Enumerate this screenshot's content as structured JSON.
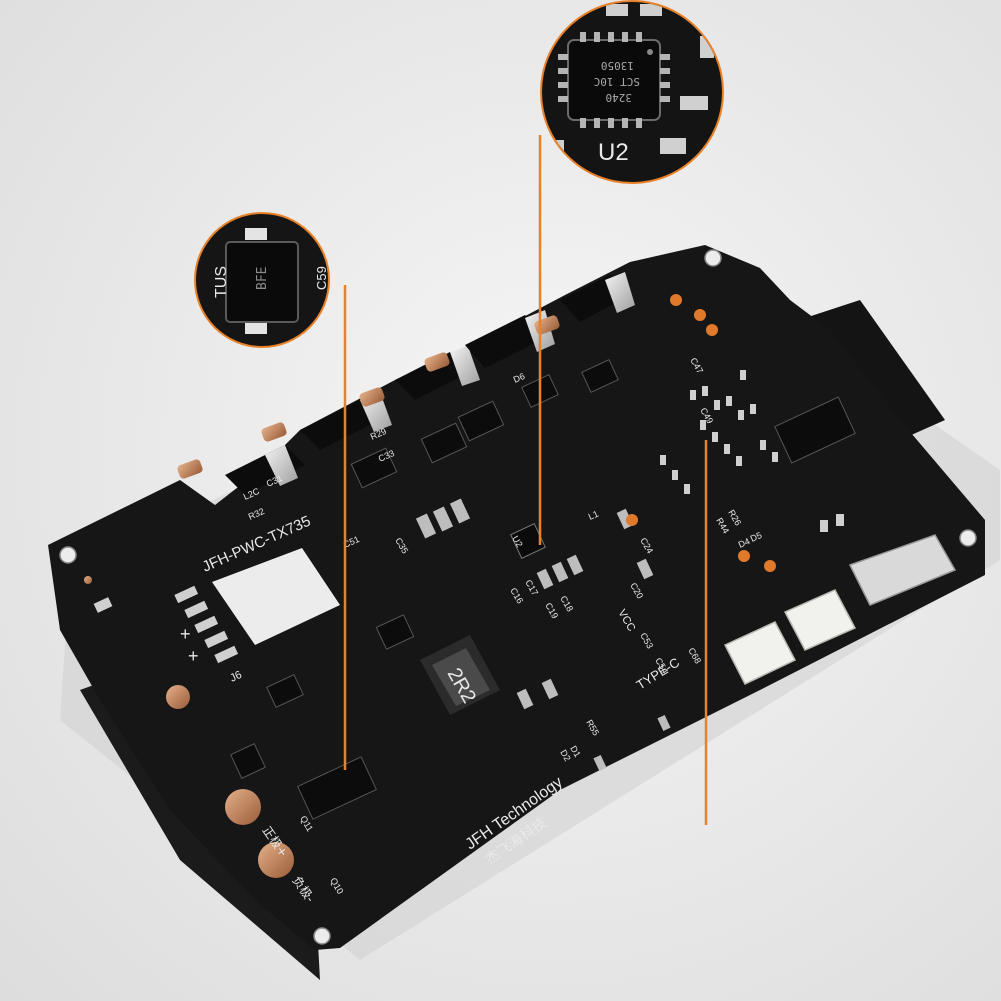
{
  "colors": {
    "background": "#ececec",
    "pcb": "#161616",
    "silkscreen": "#e9e9e9",
    "callout_ring": "#e8822a",
    "copper": "#c98a5a"
  },
  "board": {
    "model_label": "JFH-PWC-TX735",
    "brand_label": "JFH Technology",
    "brand_cn": "杰飞海科技",
    "inductor_marking": "2R2",
    "port_label": "TYPE-C",
    "vcc_label": "VCC",
    "terminal_pos_label": "正极+",
    "terminal_neg_label": "负极-",
    "j6_label": "J6",
    "plus_sign": "+",
    "ref_labels": [
      "C31",
      "L2C",
      "R32",
      "R29",
      "C33",
      "D6",
      "C35",
      "C24",
      "C20",
      "C19",
      "C18",
      "C16",
      "C17",
      "C53",
      "C54",
      "C68",
      "R55",
      "D1",
      "D2",
      "Q11",
      "Q10",
      "U2",
      "L1",
      "D4",
      "D5",
      "C47",
      "C49",
      "R44",
      "R26",
      "C51"
    ]
  },
  "callout_u2": {
    "chip_lines": [
      "3240",
      "SCT 10C",
      "13050"
    ],
    "designator": "U2"
  },
  "callout_tus": {
    "side_label": "TUS",
    "chip_marking": "BFE",
    "edge_label": "C59"
  }
}
